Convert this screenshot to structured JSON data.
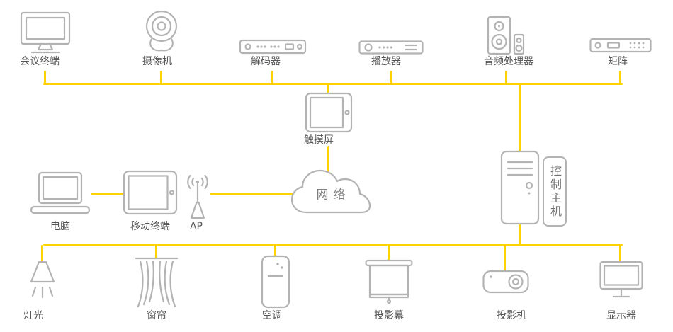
{
  "diagram": {
    "top_devices": [
      {
        "label": "会议终端",
        "icon": "conference-terminal-icon"
      },
      {
        "label": "摄像机",
        "icon": "camera-icon"
      },
      {
        "label": "解码器",
        "icon": "decoder-icon"
      },
      {
        "label": "播放器",
        "icon": "player-icon"
      },
      {
        "label": "音频处理器",
        "icon": "audio-processor-icon"
      },
      {
        "label": "矩阵",
        "icon": "matrix-icon"
      }
    ],
    "middle": {
      "touch_screen": {
        "label": "触摸屏",
        "icon": "touch-screen-icon"
      },
      "network": {
        "label": "网络",
        "icon": "cloud-icon"
      },
      "control_host": {
        "label": "控制主机",
        "icon": "tower-host-icon"
      }
    },
    "left_chain": {
      "computer": {
        "label": "电脑",
        "icon": "laptop-icon"
      },
      "mobile_terminal": {
        "label": "移动终端",
        "icon": "tablet-icon"
      },
      "access_point": {
        "label": "AP",
        "icon": "antenna-icon"
      }
    },
    "bottom_devices": [
      {
        "label": "灯光",
        "icon": "lamp-icon"
      },
      {
        "label": "窗帘",
        "icon": "curtain-icon"
      },
      {
        "label": "空调",
        "icon": "air-conditioner-icon"
      },
      {
        "label": "投影幕",
        "icon": "projection-screen-icon"
      },
      {
        "label": "投影机",
        "icon": "projector-icon"
      },
      {
        "label": "显示器",
        "icon": "monitor-icon"
      }
    ],
    "colors": {
      "connector": "#FFD200",
      "icon_stroke": "#b3b3b3",
      "label_text": "#555555"
    }
  }
}
